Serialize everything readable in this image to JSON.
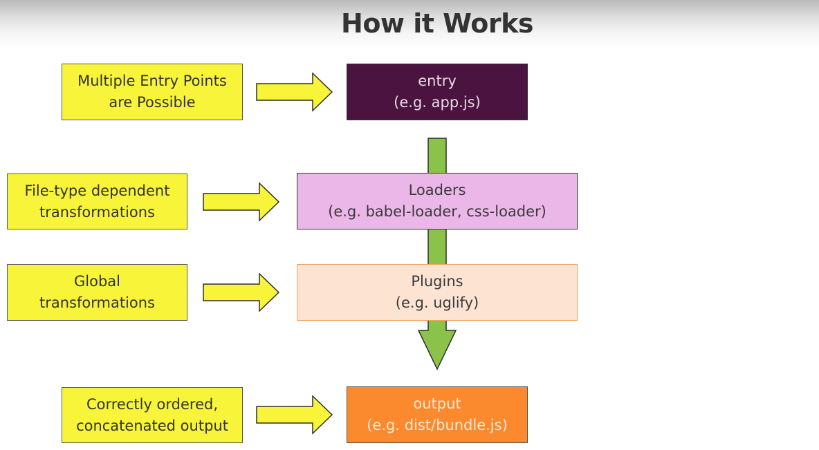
{
  "title": "How it Works",
  "stages": [
    {
      "name": "entry",
      "example": "(e.g. app.js)",
      "fill": "#4b1340",
      "text_color": "#e8dbe5"
    },
    {
      "name": "Loaders",
      "example": "(e.g. babel-loader, css-loader)",
      "fill": "#ebb7e8",
      "text_color": "#3a3a3a"
    },
    {
      "name": "Plugins",
      "example": "(e.g. uglify)",
      "fill": "#fde4d2",
      "text_color": "#3a3a3a"
    },
    {
      "name": "output",
      "example": "(e.g. dist/bundle.js)",
      "fill": "#fb8a2f",
      "text_color": "#fde8d6"
    }
  ],
  "notes": [
    {
      "line1": "Multiple Entry Points",
      "line2": "are Possible"
    },
    {
      "line1": "File-type dependent",
      "line2": "transformations"
    },
    {
      "line1": "Global",
      "line2": "transformations"
    },
    {
      "line1": "Correctly ordered,",
      "line2": "concatenated output"
    }
  ],
  "colors": {
    "note_fill": "#f8f43a",
    "flow_arrow": "#8bc34a"
  }
}
